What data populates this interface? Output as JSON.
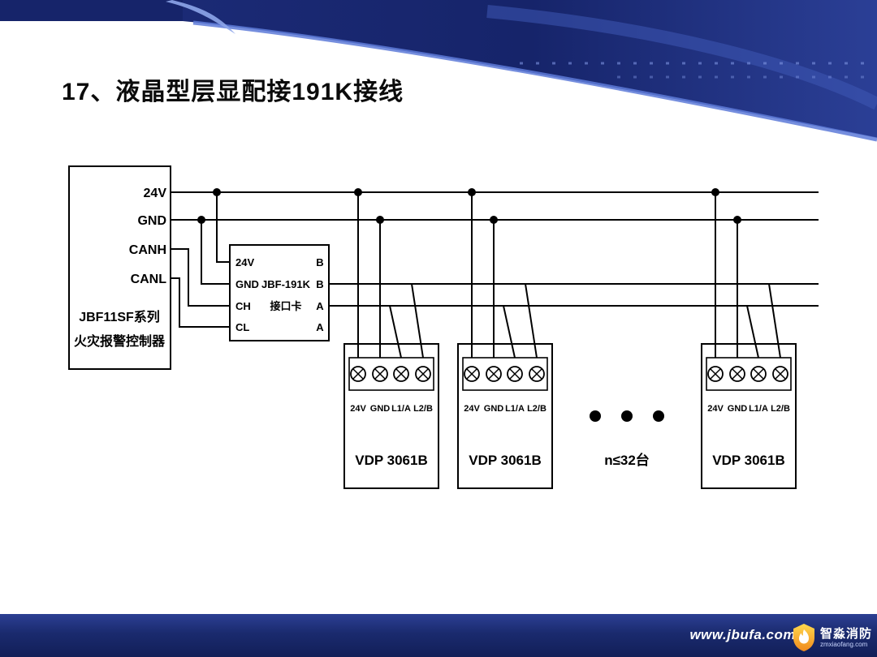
{
  "slide": {
    "title": "17、液晶型层显配接191K接线"
  },
  "theme": {
    "header_navy": "#16246a",
    "accent_blue": "#5d7ad8",
    "logo_orange": "#f08a1d",
    "wire_black": "#000000"
  },
  "diagram": {
    "controller": {
      "terminals": [
        "24V",
        "GND",
        "CANH",
        "CANL"
      ],
      "name_line1": "JBF11SF系列",
      "name_line2": "火灾报警控制器"
    },
    "interface_card": {
      "left_terminals": [
        "24V",
        "GND",
        "CH",
        "CL"
      ],
      "right_terminals": [
        "B",
        "B",
        "A",
        "A"
      ],
      "model": "JBF-191K",
      "name": "接口卡"
    },
    "display_unit": {
      "terminal_labels": [
        "24V",
        "GND",
        "L1/A",
        "L2/B"
      ],
      "model": "VDP 3061B"
    },
    "count_note": "n≤32台"
  },
  "footer": {
    "url": "www.jbufa.com",
    "logo": {
      "name": "智淼消防",
      "domain": "zmxiaofang.com"
    }
  }
}
